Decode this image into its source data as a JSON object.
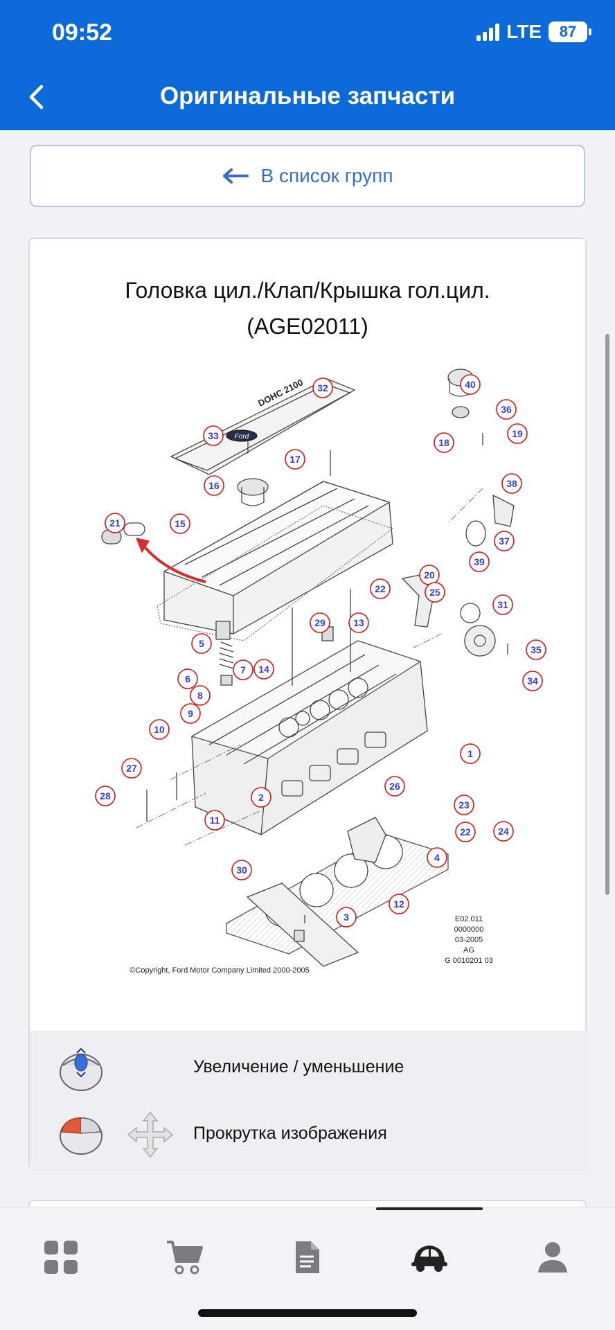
{
  "status": {
    "time": "09:52",
    "network": "LTE",
    "battery": "87"
  },
  "header": {
    "title": "Оригинальные запчасти",
    "back_icon": "chevron-left-icon"
  },
  "group_button": {
    "label": "В список групп",
    "icon": "arrow-left-icon"
  },
  "card": {
    "title_line1": "Головка цил./Клап/Крышка гол.цил.",
    "title_line2": "(AGE02011)"
  },
  "diagram": {
    "callouts": [
      "1",
      "2",
      "3",
      "4",
      "5",
      "6",
      "7",
      "8",
      "9",
      "10",
      "11",
      "12",
      "13",
      "14",
      "15",
      "16",
      "17",
      "18",
      "19",
      "20",
      "21",
      "22",
      "22",
      "23",
      "24",
      "25",
      "26",
      "27",
      "28",
      "29",
      "30",
      "31",
      "32",
      "33",
      "34",
      "35",
      "36",
      "37",
      "38",
      "39",
      "40"
    ],
    "info_block": [
      "E02.011",
      "0000000",
      "03-2005",
      "AG",
      "G 0010201 03"
    ],
    "copyright": "©Copyright, Ford Motor Company Limited 2000-2005",
    "cover_text": "DOHC 2100",
    "badge_text": "Ford"
  },
  "legend": {
    "zoom_label": "Увеличение / уменьшение",
    "scroll_label": "Прокрутка изображения"
  },
  "tabs": [
    {
      "name": "catalog",
      "icon": "grid-icon"
    },
    {
      "name": "cart",
      "icon": "cart-icon"
    },
    {
      "name": "documents",
      "icon": "document-icon"
    },
    {
      "name": "garage",
      "icon": "car-icon"
    },
    {
      "name": "profile",
      "icon": "person-icon"
    }
  ],
  "colors": {
    "primary": "#0c6ad8",
    "callout_ring": "#d01818",
    "callout_text": "#3a3acd"
  }
}
